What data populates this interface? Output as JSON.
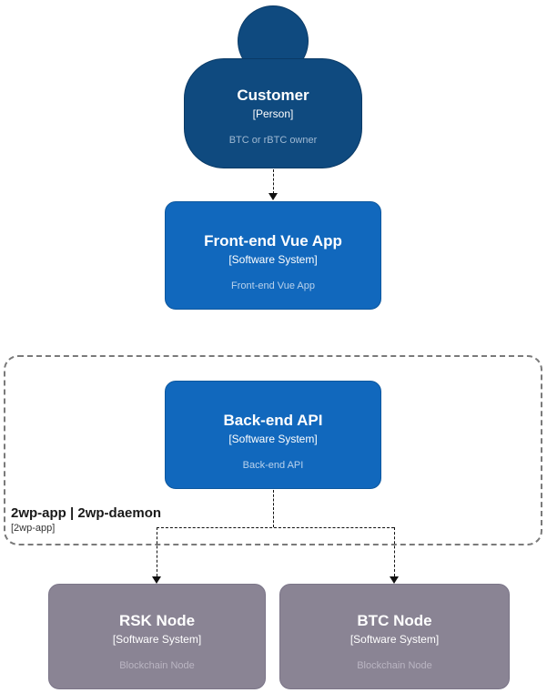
{
  "diagram": {
    "kind": "c4-system-context-diagram",
    "colors": {
      "person_fill": "#0f4a7f",
      "person_border": "#0a3a66",
      "software_system_fill": "#1168bd",
      "software_system_border": "#0d589f",
      "external_node_fill": "#8a8494",
      "external_node_border": "#7b7588",
      "person_description_text": "#9fb9d3",
      "system_description_text": "#b9d2ec",
      "external_description_text": "#bab5c2",
      "boundary_border": "#7a7a7a",
      "connector": "#111111",
      "background": "#ffffff"
    }
  },
  "nodes": {
    "customer": {
      "title": "Customer",
      "subtitle": "[Person]",
      "description": "BTC or rBTC owner"
    },
    "frontend": {
      "title": "Front-end Vue App",
      "subtitle": "[Software System]",
      "description": "Front-end Vue App"
    },
    "backend": {
      "title": "Back-end API",
      "subtitle": "[Software System]",
      "description": "Back-end API"
    },
    "rsk": {
      "title": "RSK Node",
      "subtitle": "[Software System]",
      "description": "Blockchain Node"
    },
    "btc": {
      "title": "BTC Node",
      "subtitle": "[Software System]",
      "description": "Blockchain Node"
    }
  },
  "boundary": {
    "label": "2wp-app | 2wp-daemon",
    "sublabel": "[2wp-app]"
  },
  "connectors": {
    "customer_to_frontend": "dashed-arrow",
    "backend_to_rsk": "dashed-arrow",
    "backend_to_btc": "dashed-arrow"
  }
}
